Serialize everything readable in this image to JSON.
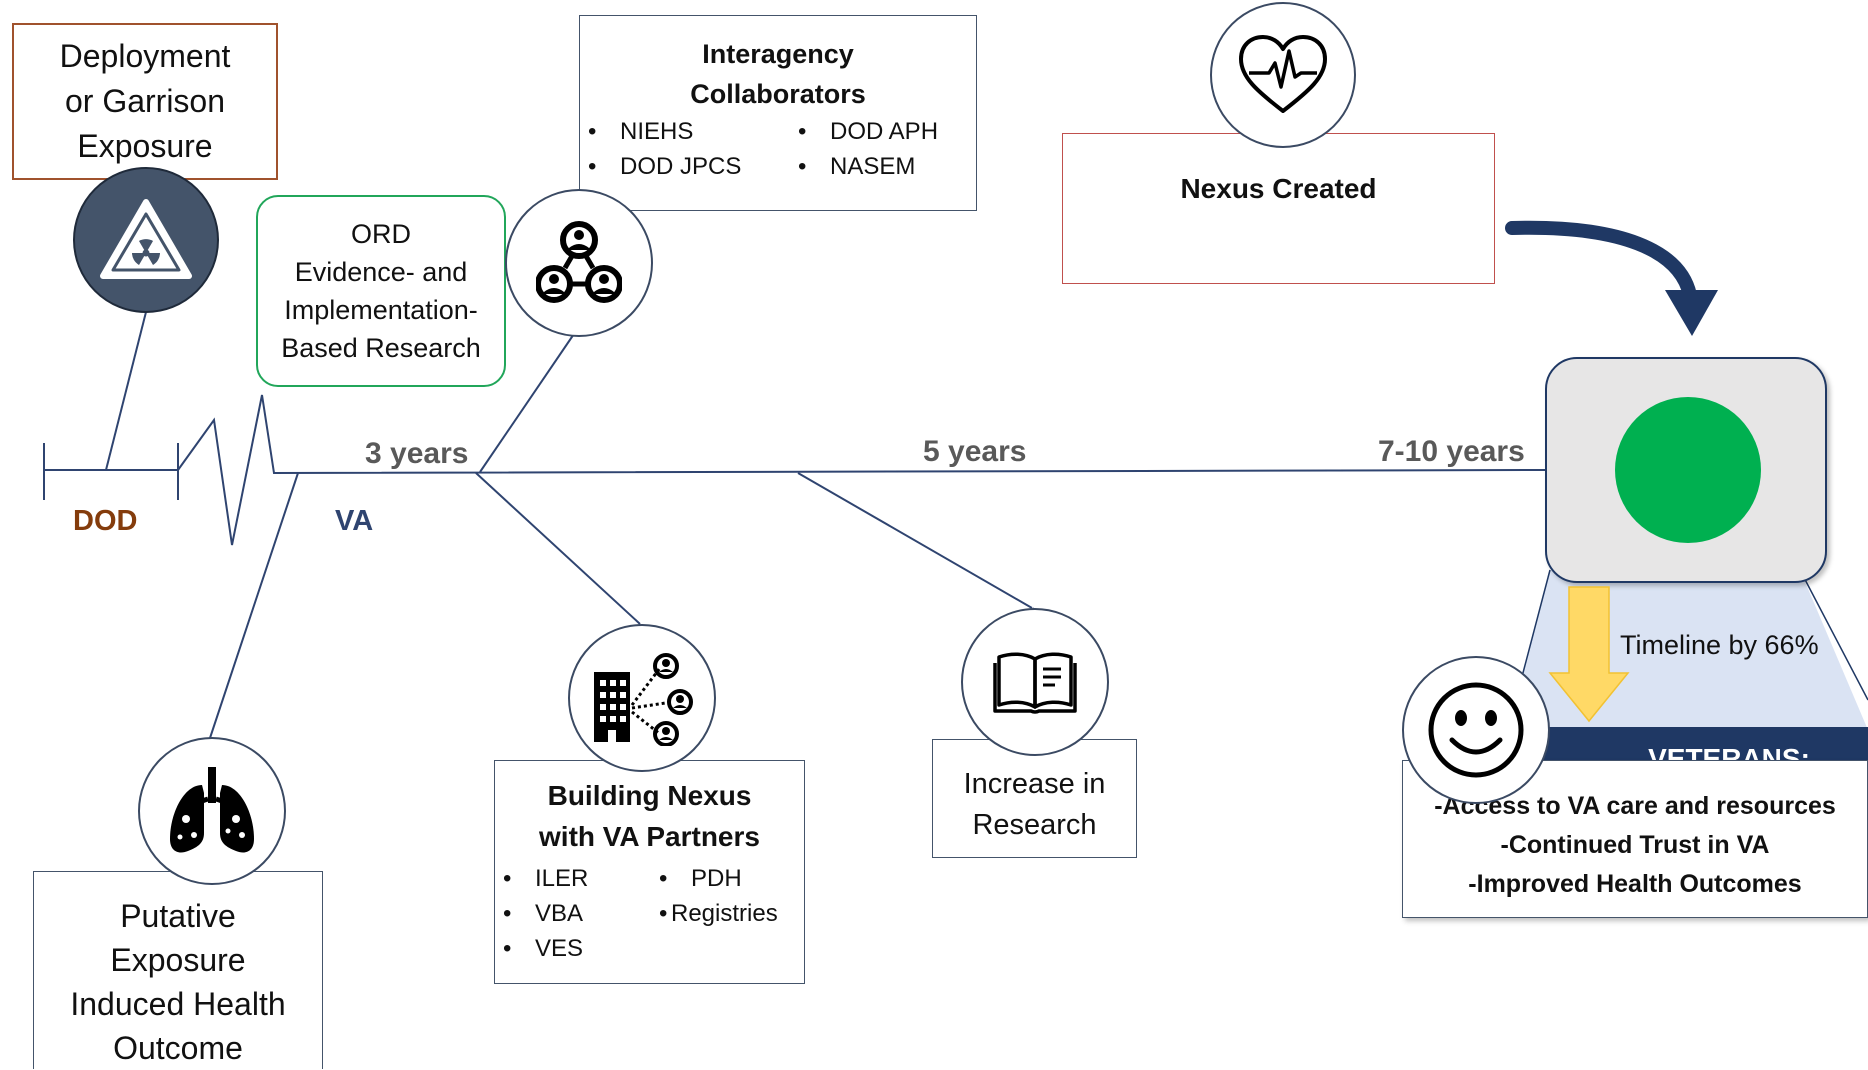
{
  "exposure_box": {
    "lines": [
      "Deployment",
      "or Garrison",
      "Exposure"
    ]
  },
  "ord_box": {
    "lines": [
      "ORD",
      "Evidence- and",
      "Implementation-",
      "Based Research"
    ]
  },
  "interagency": {
    "title_lines": [
      "Interagency",
      "Collaborators"
    ],
    "col1": [
      "NIEHS",
      "DOD JPCS"
    ],
    "col2": [
      "DOD APH",
      "NASEM"
    ]
  },
  "nexus": {
    "label": "Nexus Created"
  },
  "timeline": {
    "dod_label": "DOD",
    "va_label": "VA",
    "milestones": [
      "3 years",
      "5 years",
      "7-10 years"
    ]
  },
  "putative_box": {
    "lines": [
      "Putative",
      "Exposure",
      "Induced Health",
      "Outcome"
    ]
  },
  "partners": {
    "title_lines": [
      "Building Nexus",
      "with VA Partners"
    ],
    "col1": [
      "ILER",
      "VBA",
      "VES"
    ],
    "col2": [
      "PDH",
      "Registries"
    ]
  },
  "research_box": {
    "lines": [
      "Increase in",
      "Research"
    ]
  },
  "veterans": {
    "timeline_note": "Timeline by 66%",
    "header": "VETERANS:",
    "benefits": [
      "-Access to VA care and resources",
      "-Continued Trust in VA",
      "-Improved Health Outcomes"
    ]
  },
  "colors": {
    "dod": "#843c0c",
    "va": "#2f4470",
    "navy": "#1f3864",
    "green": "#00b050",
    "ord_border": "#21a65a",
    "nexus_border": "#c0504d",
    "arrow_yellow": "#ffd966",
    "panel_bg": "#dae3f3"
  },
  "icons": [
    "radiation-icon",
    "collaboration-icon",
    "heartbeat-icon",
    "lungs-icon",
    "network-building-icon",
    "book-icon",
    "smiley-icon",
    "status-light-icon"
  ]
}
